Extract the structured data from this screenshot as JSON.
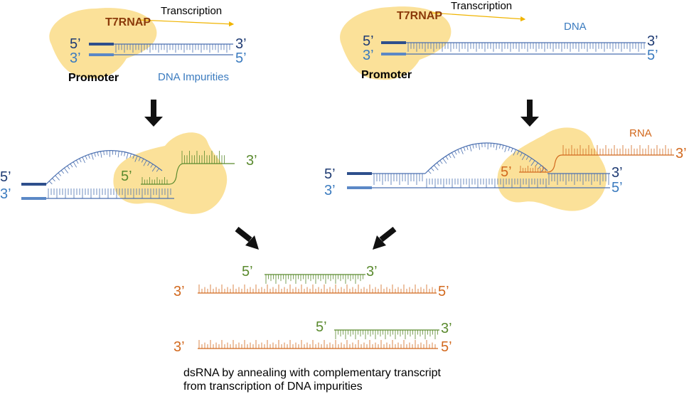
{
  "colors": {
    "dna": "#4a6fb0",
    "dna_dark": "#2e4f8c",
    "dna_light": "#5b88c6",
    "rna": "#d2691e",
    "green": "#5a8a2e",
    "enzyme": "#fbe199",
    "label_dark": "#1f3b73",
    "label_blue": "#3b7bbf",
    "t7_brown": "#8b3a0a"
  },
  "labels": {
    "t7rnap": "T7RNAP",
    "transcription": "Transcription",
    "promoter": "Promoter",
    "dna_impurities": "DNA Impurities",
    "dna": "DNA",
    "rna": "RNA",
    "five_prime": "5’",
    "three_prime": "3’"
  },
  "caption": {
    "line1": "dsRNA by annealing with complementary transcript",
    "line2": "from transcription of DNA impurities"
  }
}
